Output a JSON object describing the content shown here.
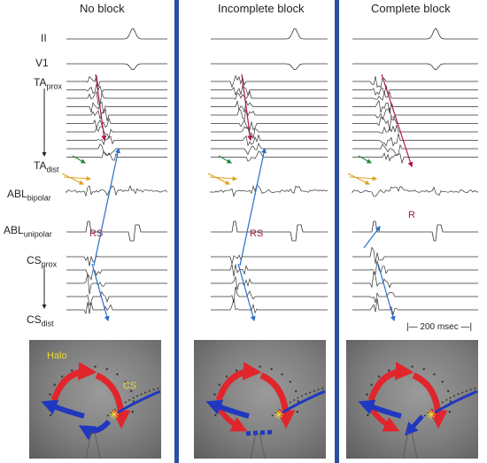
{
  "panels": [
    {
      "title": "No block",
      "annotation": "RS"
    },
    {
      "title": "Incomplete block",
      "annotation": "RS"
    },
    {
      "title": "Complete block",
      "annotation": "R"
    }
  ],
  "leads": {
    "ii": "II",
    "v1": "V1",
    "ta_prox_main": "TA",
    "ta_prox_sub": "prox",
    "ta_dist_main": "TA",
    "ta_dist_sub": "dist",
    "abl_bip_main": "ABL",
    "abl_bip_sub": "bipolar",
    "abl_uni_main": "ABL",
    "abl_uni_sub": "unipolar",
    "cs_prox_main": "CS",
    "cs_prox_sub": "prox",
    "cs_dist_main": "CS",
    "cs_dist_sub": "dist"
  },
  "scale_label": "200 msec",
  "fluoro_labels": {
    "halo": "Halo",
    "cs": "CS"
  },
  "colors": {
    "divider": "#2a4fa3",
    "red_arrow": "#b0154a",
    "blue_arrow": "#2a6fc9",
    "green_arrow": "#1e8a3a",
    "orange_arrow": "#e0a020",
    "ann_red": "#a0203c",
    "fluoro_red": "#e0262c",
    "fluoro_blue": "#2038c0",
    "fluoro_yellow": "#e8d93a"
  }
}
